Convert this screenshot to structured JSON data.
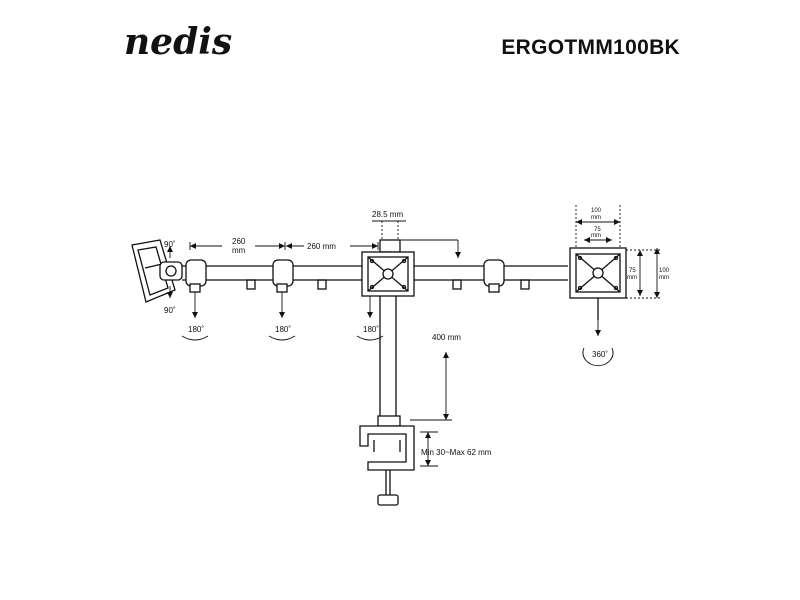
{
  "brand": {
    "logo_text": "nedis"
  },
  "header": {
    "model": "ERGOTMM100BK"
  },
  "dimensions": {
    "pole_diameter": "28.5 mm",
    "arm_length_1": "260",
    "arm_length_1_unit": "mm",
    "arm_length_2": "260 mm",
    "pole_height": "400 mm",
    "clamp_range": "Min 30~Max 62 mm",
    "vesa_100_top": "100",
    "vesa_100_top_unit": "mm",
    "vesa_75_top": "75",
    "vesa_75_top_unit": "mm",
    "vesa_75_side": "75",
    "vesa_75_side_unit": "mm",
    "vesa_100_side": "100",
    "vesa_100_side_unit": "mm"
  },
  "angles": {
    "tilt_up": "90˚",
    "tilt_down": "90˚",
    "swivel_1": "180˚",
    "swivel_2": "180˚",
    "swivel_3": "180˚",
    "rotation": "360˚"
  }
}
